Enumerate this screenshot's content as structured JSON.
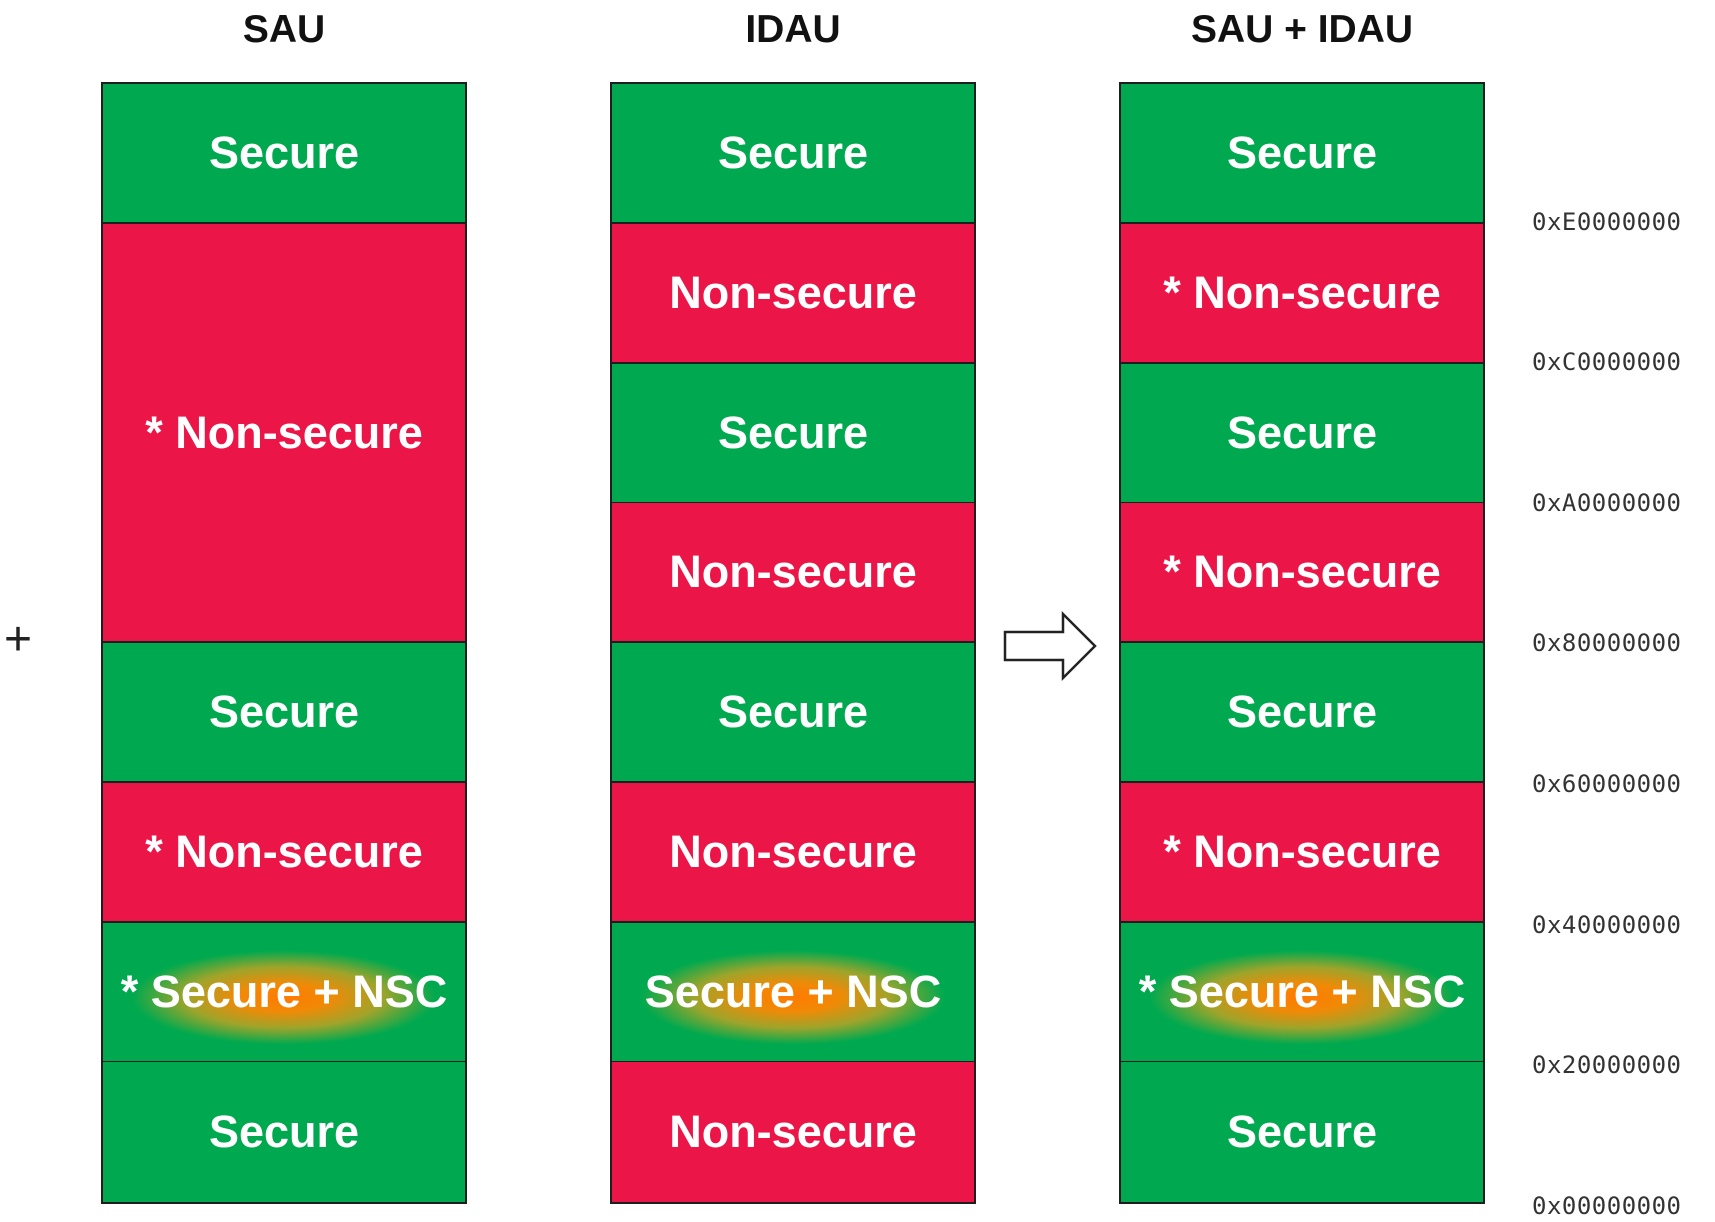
{
  "columns": [
    {
      "title": "SAU",
      "regions": [
        {
          "label": "Secure",
          "type": "secure",
          "span": 1
        },
        {
          "label": "* Non-secure",
          "type": "nonsecure",
          "span": 3
        },
        {
          "label": "Secure",
          "type": "secure",
          "span": 1
        },
        {
          "label": "* Non-secure",
          "type": "nonsecure",
          "span": 1
        },
        {
          "label": "* Secure + NSC",
          "type": "nsc",
          "span": 1
        },
        {
          "label": "Secure",
          "type": "secure",
          "span": 1
        }
      ]
    },
    {
      "title": "IDAU",
      "regions": [
        {
          "label": "Secure",
          "type": "secure",
          "span": 1
        },
        {
          "label": "Non-secure",
          "type": "nonsecure",
          "span": 1
        },
        {
          "label": "Secure",
          "type": "secure",
          "span": 1
        },
        {
          "label": "Non-secure",
          "type": "nonsecure",
          "span": 1
        },
        {
          "label": "Secure",
          "type": "secure",
          "span": 1
        },
        {
          "label": "Non-secure",
          "type": "nonsecure",
          "span": 1
        },
        {
          "label": "Secure + NSC",
          "type": "nsc",
          "span": 1
        },
        {
          "label": "Non-secure",
          "type": "nonsecure",
          "span": 1
        }
      ]
    },
    {
      "title": "SAU + IDAU",
      "regions": [
        {
          "label": "Secure",
          "type": "secure",
          "span": 1
        },
        {
          "label": "* Non-secure",
          "type": "nonsecure",
          "span": 1
        },
        {
          "label": "Secure",
          "type": "secure",
          "span": 1
        },
        {
          "label": "* Non-secure",
          "type": "nonsecure",
          "span": 1
        },
        {
          "label": "Secure",
          "type": "secure",
          "span": 1
        },
        {
          "label": "* Non-secure",
          "type": "nonsecure",
          "span": 1
        },
        {
          "label": "* Secure + NSC",
          "type": "nsc",
          "span": 1
        },
        {
          "label": "Secure",
          "type": "secure",
          "span": 1
        }
      ]
    }
  ],
  "operators": {
    "plus": "+"
  },
  "addresses": [
    "0xE0000000",
    "0xC0000000",
    "0xA0000000",
    "0x80000000",
    "0x60000000",
    "0x40000000",
    "0x20000000",
    "0x00000000"
  ],
  "colors": {
    "secure": "#00a94f",
    "nonsecure": "#eb1548",
    "nsc_glow": "#ff7a00",
    "border": "#1e1e1e"
  },
  "icons": {
    "arrow": "right-arrow-outline-icon"
  }
}
